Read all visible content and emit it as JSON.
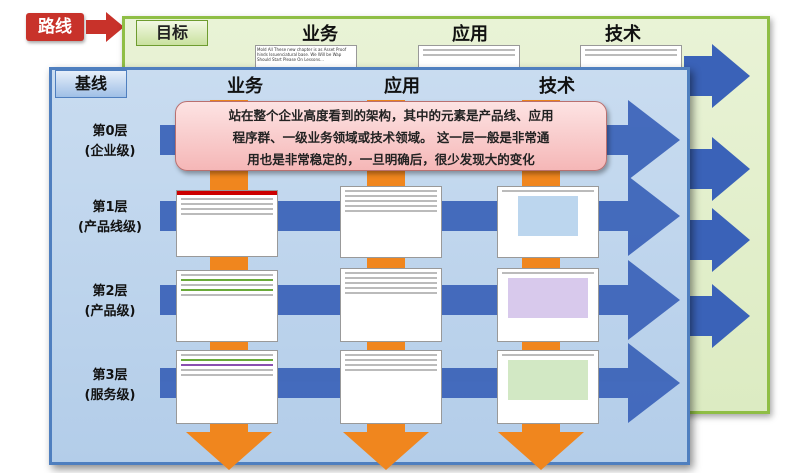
{
  "route_label": "路线",
  "target": {
    "label": "目标",
    "columns": [
      "业务",
      "应用",
      "技术"
    ],
    "thumb_caption": "Mold All These new chapter is as Asset Proof hinds Issuenciatural base. We Will be Wap Should Start Please On Lessons..."
  },
  "baseline": {
    "label": "基线",
    "columns": [
      "业务",
      "应用",
      "技术"
    ]
  },
  "layers": [
    {
      "name": "第0层",
      "sub": "(企业级)"
    },
    {
      "name": "第1层",
      "sub": "(产品线级)"
    },
    {
      "name": "第2层",
      "sub": "(产品级)"
    },
    {
      "name": "第3层",
      "sub": "(服务级)"
    }
  ],
  "callout": {
    "line1": "站在整个企业高度看到的架构，其中的元素是产品线、应用",
    "line2": "程序群、一级业务领域或技术领域。 这一层一般是非常通",
    "line3": "用也是非常稳定的，一旦明确后，很少发现大的变化"
  },
  "colors": {
    "route_red": "#c8322a",
    "target_green": "#8fbe45",
    "baseline_blue": "#4f7fbf",
    "arrow_blue": "#3a62b8",
    "arrow_orange": "#f0861e",
    "callout_pink": "#f5b7b7"
  }
}
